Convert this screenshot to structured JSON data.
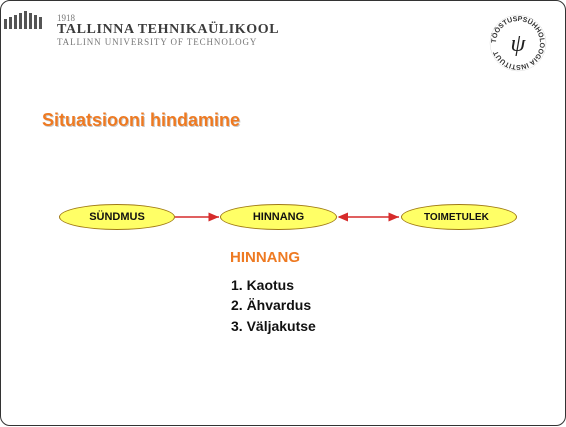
{
  "header": {
    "year": "1918",
    "university_name": "TALLINNA TEHNIKAÜLIKOOL",
    "university_name_en": "TALLINN UNIVERSITY OF TECHNOLOGY",
    "seal_text": "TÖÖSTUSPSÜHHOLOOGIA INSTITUUT",
    "seal_symbol": "ψ"
  },
  "slide": {
    "title": "Situatsiooni hindamine"
  },
  "diagram": {
    "nodes": [
      "SÜNDMUS",
      "HINNANG",
      "TOIMETULEK"
    ],
    "arrow_color": "#d62b2b",
    "node_fill": "#ffff66"
  },
  "list": {
    "heading": "HINNANG",
    "items": [
      "1. Kaotus",
      "2. Ähvardus",
      "3. Väljakutse"
    ]
  },
  "colors": {
    "accent": "#ee7a22",
    "frame": "#333333"
  }
}
